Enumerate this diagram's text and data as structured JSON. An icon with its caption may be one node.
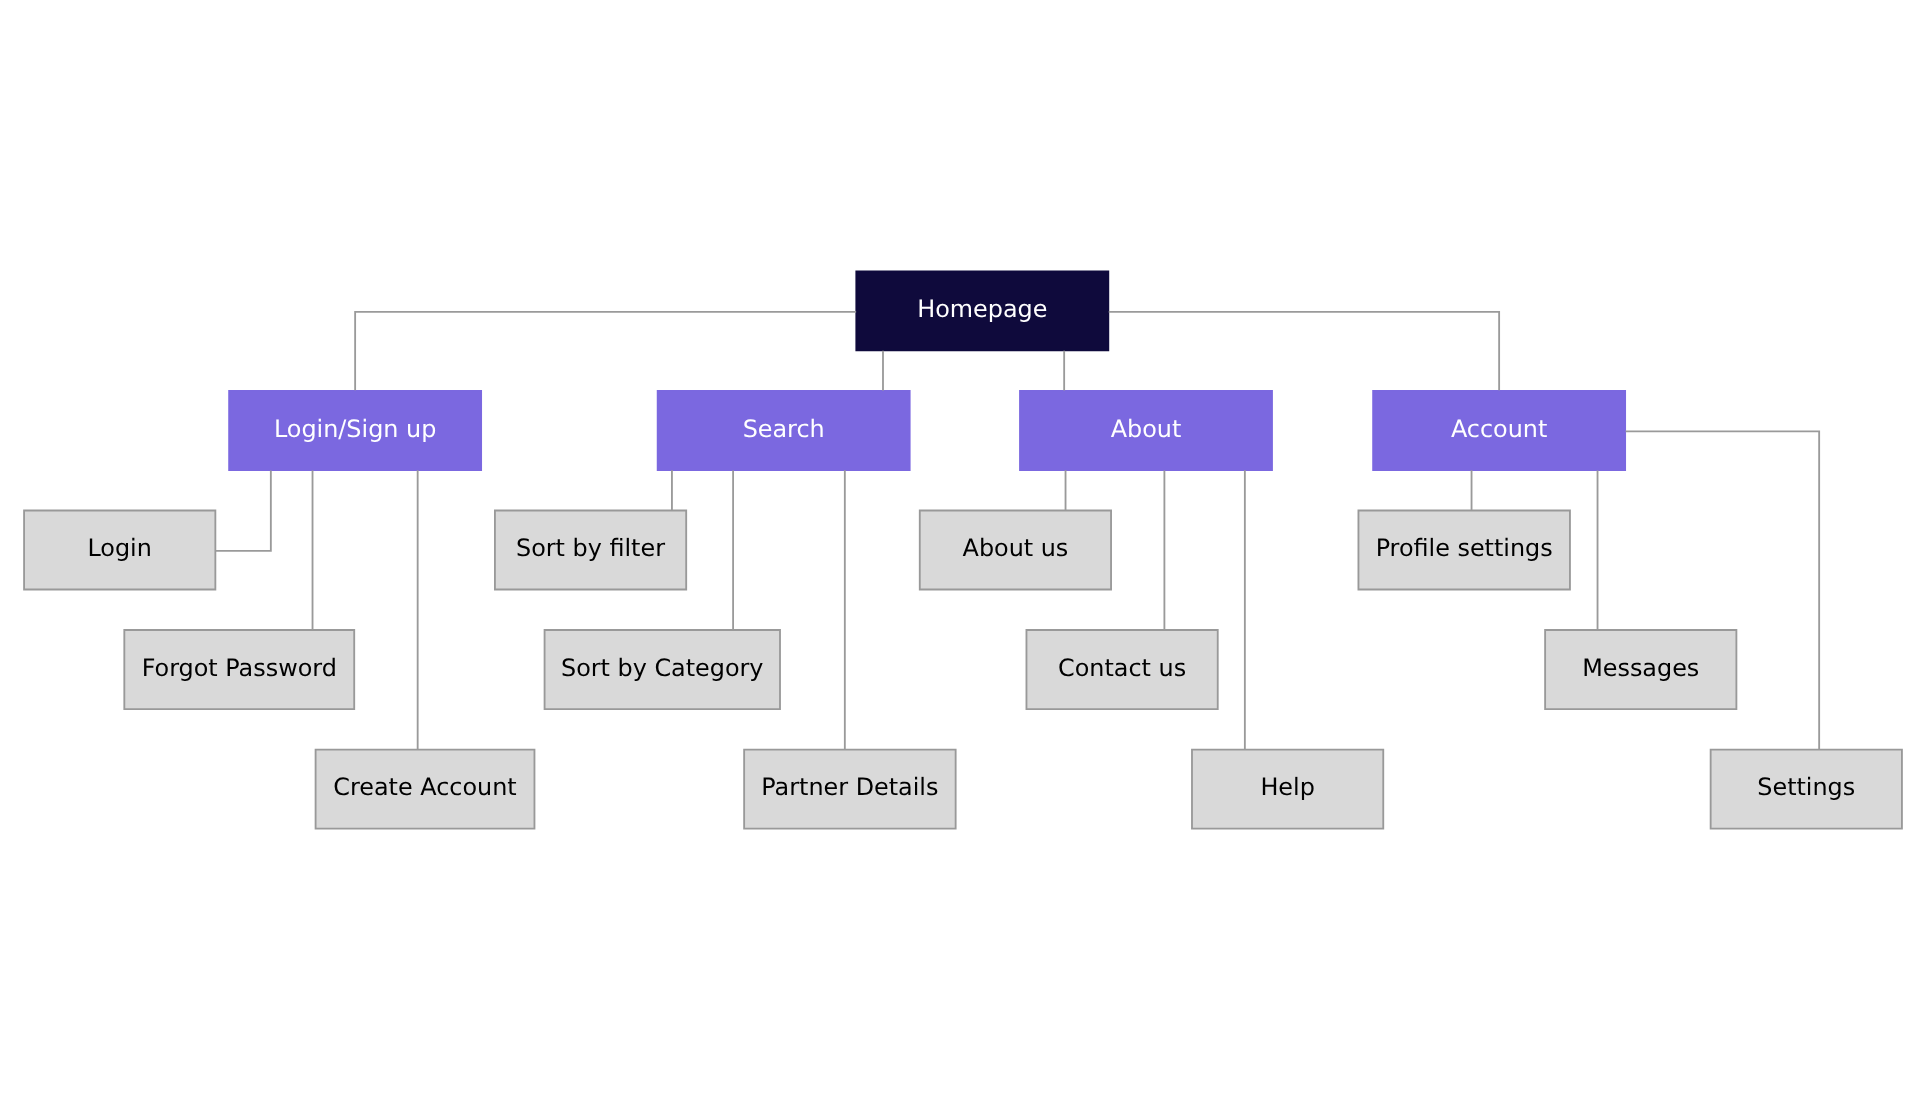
{
  "diagram": {
    "nodes": [
      {
        "text": [
          "Homepage"
        ]
      },
      {
        "text": [
          "Login/Sign up"
        ]
      },
      {
        "text": [
          "Login"
        ]
      },
      {
        "text": [
          "Forgot Password"
        ]
      },
      {
        "text": [
          "Create Account"
        ]
      },
      {
        "text": [
          "Search"
        ]
      },
      {
        "text": [
          "Sort by filter"
        ]
      },
      {
        "text": [
          "Sort by Category"
        ]
      },
      {
        "text": [
          "Partner Details"
        ]
      },
      {
        "text": [
          "About"
        ]
      },
      {
        "text": [
          "About us"
        ]
      },
      {
        "text": [
          "Contact us"
        ]
      },
      {
        "text": [
          "Help"
        ]
      },
      {
        "text": [
          "Account"
        ]
      },
      {
        "text": [
          "Profile settings"
        ]
      },
      {
        "text": [
          "Messages"
        ]
      },
      {
        "text": [
          "Settings"
        ]
      }
    ],
    "edges": [
      {
        "from": 0,
        "to": 1,
        "arrow": "none"
      },
      {
        "from": 0,
        "to": 5,
        "arrow": "none"
      },
      {
        "from": 0,
        "to": 9,
        "arrow": "none"
      },
      {
        "from": 0,
        "to": 13,
        "arrow": "none"
      },
      {
        "from": 1,
        "to": 2,
        "arrow": "none"
      },
      {
        "from": 1,
        "to": 3,
        "arrow": "none"
      },
      {
        "from": 1,
        "to": 4,
        "arrow": "none"
      },
      {
        "from": 5,
        "to": 6,
        "arrow": "none"
      },
      {
        "from": 5,
        "to": 7,
        "arrow": "none"
      },
      {
        "from": 5,
        "to": 8,
        "arrow": "none"
      },
      {
        "from": 9,
        "to": 10,
        "arrow": "none"
      },
      {
        "from": 9,
        "to": 11,
        "arrow": "none"
      },
      {
        "from": 9,
        "to": 12,
        "arrow": "none"
      },
      {
        "from": 13,
        "to": 14,
        "arrow": "none"
      },
      {
        "from": 13,
        "to": 15,
        "arrow": "none"
      },
      {
        "from": 13,
        "to": 16,
        "arrow": "none"
      }
    ]
  }
}
